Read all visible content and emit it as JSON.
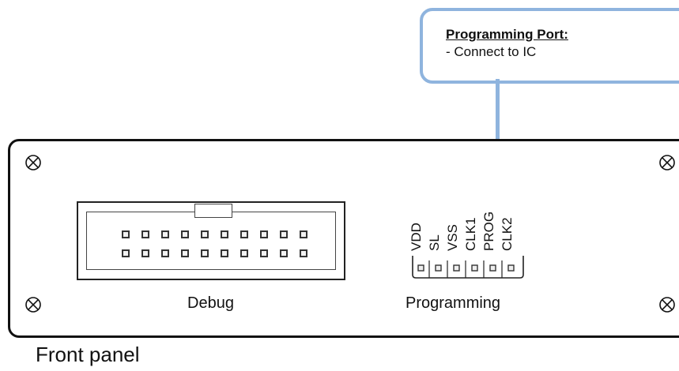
{
  "callout": {
    "title": "Programming Port:",
    "text": "- Connect to IC"
  },
  "debug_label": "Debug",
  "programming_label": "Programming",
  "pins": [
    "VDD",
    "SL",
    "VSS",
    "CLK1",
    "PROG",
    "CLK2"
  ],
  "caption": "Front panel",
  "colors": {
    "callout_border": "#8fb4de",
    "panel_border": "#111111"
  },
  "icons": {
    "screw": "screw-cross-circle-icon"
  }
}
